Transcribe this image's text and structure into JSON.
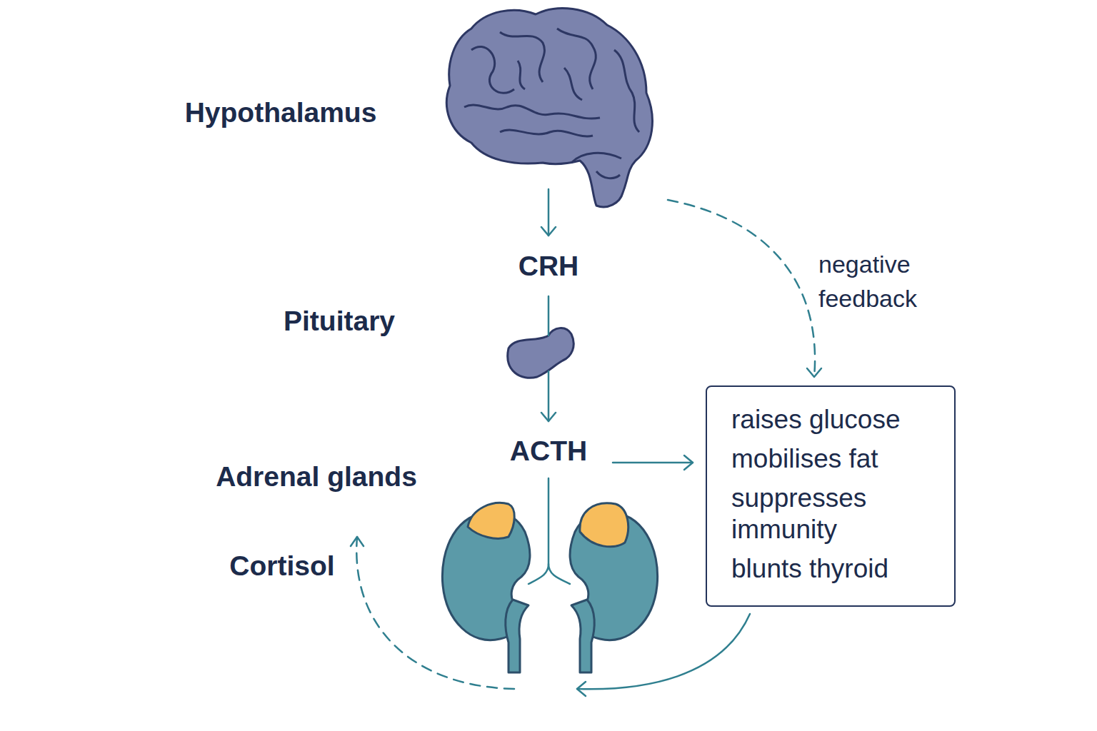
{
  "diagram": {
    "nodes": [
      {
        "text": [
          "raises glucose",
          "mobilises fat",
          "suppresses immunity",
          "blunts thyroid"
        ]
      }
    ],
    "labels": [
      "Hypothalamus",
      "CRH",
      "negative feedback",
      "Pituitary",
      "ACTH",
      "Adrenal glands",
      "Cortisol"
    ]
  }
}
